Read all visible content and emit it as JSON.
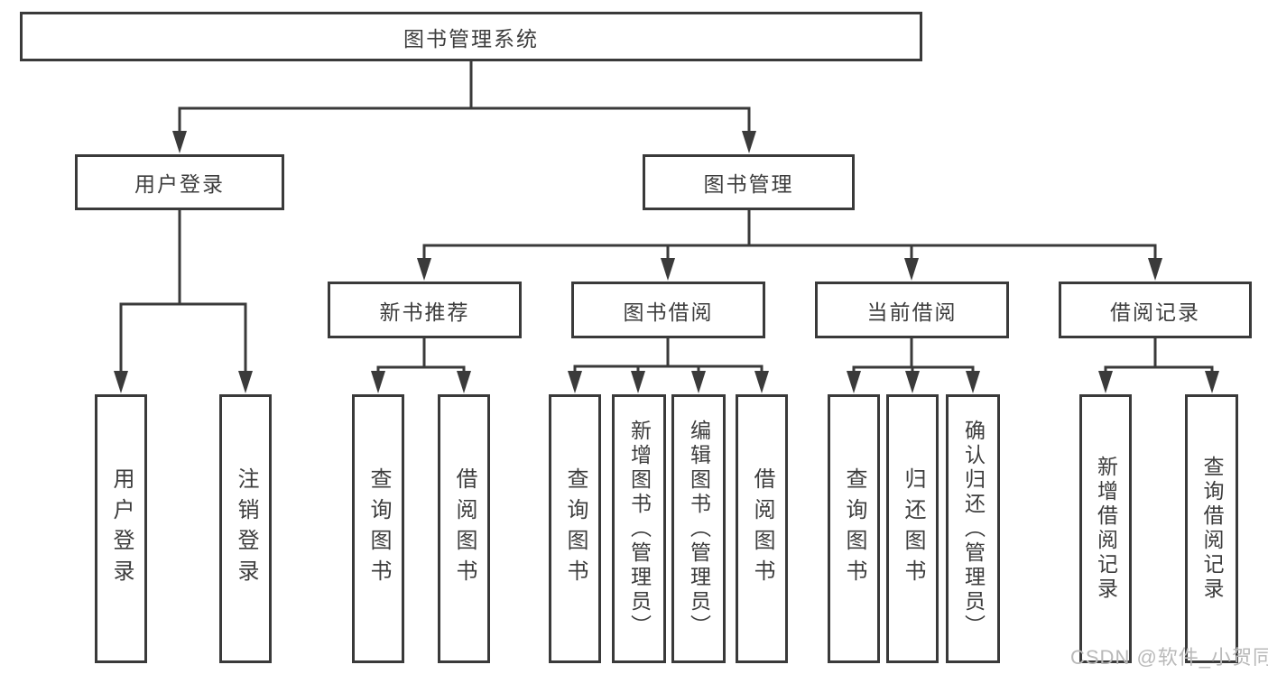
{
  "tree": {
    "root": {
      "label": "图书管理系统"
    },
    "branches": [
      {
        "label": "用户登录",
        "leaves": [
          {
            "label": "用户登录"
          },
          {
            "label": "注销登录"
          }
        ]
      },
      {
        "label": "图书管理",
        "sections": [
          {
            "label": "新书推荐",
            "leaves": [
              {
                "label": "查询图书"
              },
              {
                "label": "借阅图书"
              }
            ]
          },
          {
            "label": "图书借阅",
            "leaves": [
              {
                "label": "查询图书"
              },
              {
                "label": "新增图书（管理员）"
              },
              {
                "label": "编辑图书（管理员）"
              },
              {
                "label": "借阅图书"
              }
            ]
          },
          {
            "label": "当前借阅",
            "leaves": [
              {
                "label": "查询图书"
              },
              {
                "label": "归还图书"
              },
              {
                "label": "确认归还（管理员）"
              }
            ]
          },
          {
            "label": "借阅记录",
            "leaves": [
              {
                "label": "新增借阅记录"
              },
              {
                "label": "查询借阅记录"
              }
            ]
          }
        ]
      }
    ]
  },
  "watermark": {
    "text": "CSDN @软件_小贺同学"
  },
  "colors": {
    "line": "#3a3a3a",
    "text": "#3d3d3d",
    "watermark": "#b9b9b9",
    "background": "#ffffff"
  }
}
